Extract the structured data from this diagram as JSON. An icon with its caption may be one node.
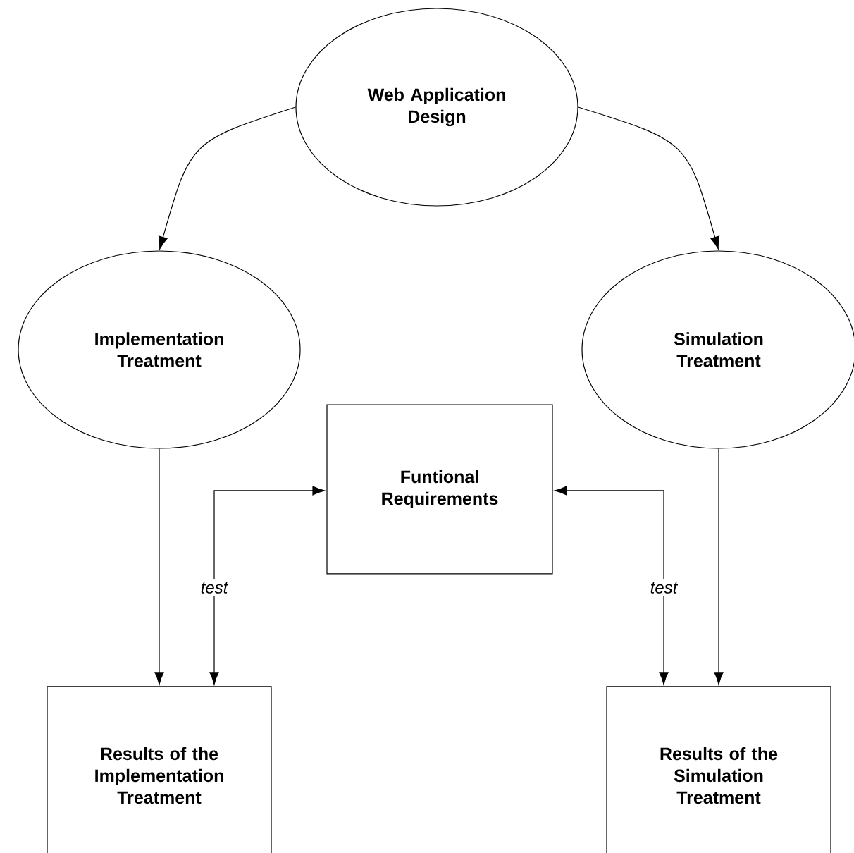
{
  "diagram": {
    "nodes": [
      {
        "text": [
          "Web Application Design"
        ]
      },
      {
        "text": [
          "Implementation Treatment"
        ]
      },
      {
        "text": [
          "Simulation Treatment"
        ]
      },
      {
        "text": [
          "Funtional Requirements"
        ]
      },
      {
        "text": [
          "Results of the Implementation Treatment"
        ]
      },
      {
        "text": [
          "Results of the Simulation Treatment"
        ]
      }
    ],
    "edges": [
      {
        "from": 0,
        "to": 1,
        "arrow": "to"
      },
      {
        "from": 0,
        "to": 2,
        "arrow": "to"
      },
      {
        "from": 1,
        "to": 4,
        "arrow": "to"
      },
      {
        "from": 2,
        "to": 5,
        "arrow": "to"
      },
      {
        "from": 4,
        "to": 3,
        "arrow": "both",
        "label": "test"
      },
      {
        "from": 5,
        "to": 3,
        "arrow": "both",
        "label": "test"
      }
    ]
  }
}
